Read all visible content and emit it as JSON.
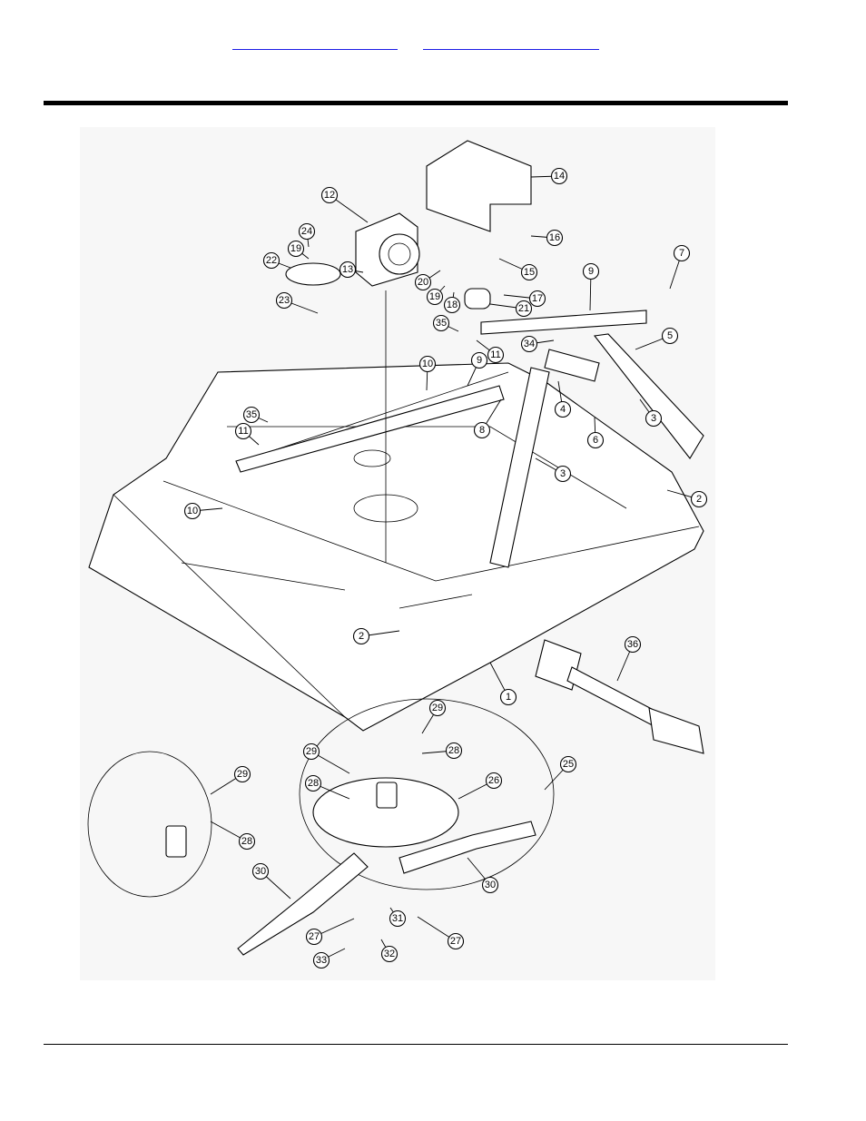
{
  "header": {
    "link_1": "",
    "link_2": ""
  },
  "diagram": {
    "callouts": [
      {
        "label": "1"
      },
      {
        "label": "2"
      },
      {
        "label": "2"
      },
      {
        "label": "3"
      },
      {
        "label": "3"
      },
      {
        "label": "4"
      },
      {
        "label": "5"
      },
      {
        "label": "6"
      },
      {
        "label": "7"
      },
      {
        "label": "8"
      },
      {
        "label": "9"
      },
      {
        "label": "9"
      },
      {
        "label": "10"
      },
      {
        "label": "10"
      },
      {
        "label": "11"
      },
      {
        "label": "11"
      },
      {
        "label": "12"
      },
      {
        "label": "13"
      },
      {
        "label": "14"
      },
      {
        "label": "15"
      },
      {
        "label": "16"
      },
      {
        "label": "17"
      },
      {
        "label": "18"
      },
      {
        "label": "19"
      },
      {
        "label": "19"
      },
      {
        "label": "20"
      },
      {
        "label": "21"
      },
      {
        "label": "22"
      },
      {
        "label": "23"
      },
      {
        "label": "24"
      },
      {
        "label": "25"
      },
      {
        "label": "26"
      },
      {
        "label": "27"
      },
      {
        "label": "27"
      },
      {
        "label": "28"
      },
      {
        "label": "28"
      },
      {
        "label": "28"
      },
      {
        "label": "29"
      },
      {
        "label": "29"
      },
      {
        "label": "29"
      },
      {
        "label": "30"
      },
      {
        "label": "30"
      },
      {
        "label": "31"
      },
      {
        "label": "32"
      },
      {
        "label": "33"
      },
      {
        "label": "34"
      },
      {
        "label": "35"
      },
      {
        "label": "35"
      },
      {
        "label": "36"
      }
    ]
  }
}
